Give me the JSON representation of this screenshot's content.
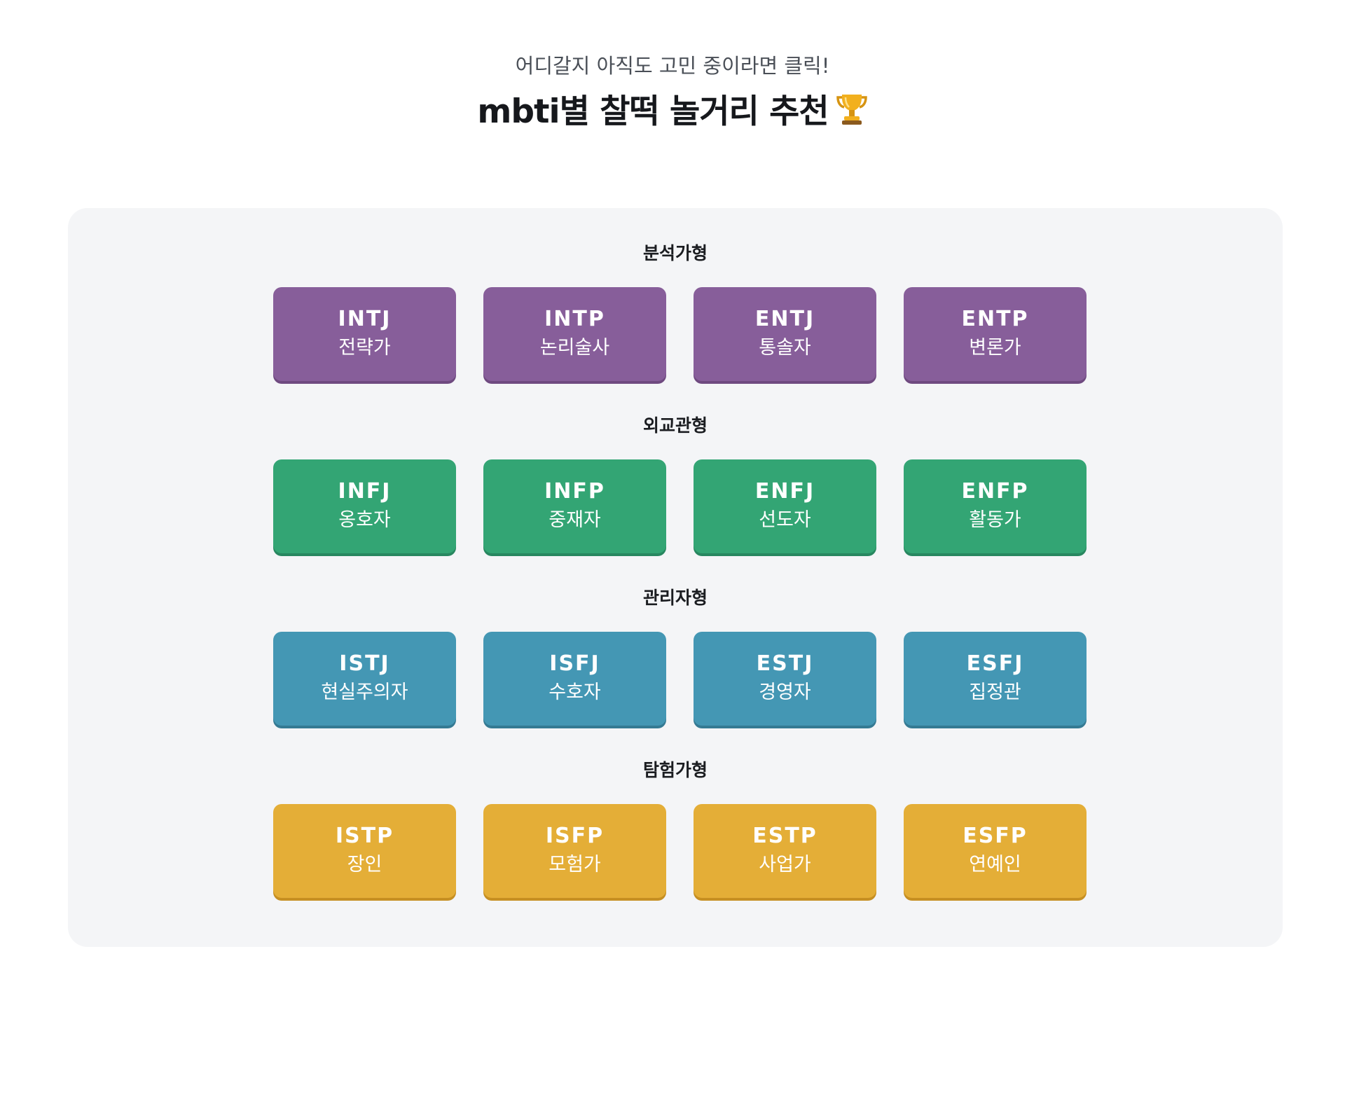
{
  "header": {
    "subtitle": "어디갈지 아직도 고민 중이라면 클릭!",
    "title": "mbti별 찰떡 놀거리 추천"
  },
  "colors": {
    "analysts": "#875e9a",
    "diplomats": "#33a574",
    "sentinels": "#4497b4",
    "explorers": "#e4ae37",
    "panel_background": "#f4f5f7"
  },
  "groups": [
    {
      "title": "분석가형",
      "types": [
        {
          "code": "INTJ",
          "name": "전략가"
        },
        {
          "code": "INTP",
          "name": "논리술사"
        },
        {
          "code": "ENTJ",
          "name": "통솔자"
        },
        {
          "code": "ENTP",
          "name": "변론가"
        }
      ]
    },
    {
      "title": "외교관형",
      "types": [
        {
          "code": "INFJ",
          "name": "옹호자"
        },
        {
          "code": "INFP",
          "name": "중재자"
        },
        {
          "code": "ENFJ",
          "name": "선도자"
        },
        {
          "code": "ENFP",
          "name": "활동가"
        }
      ]
    },
    {
      "title": "관리자형",
      "types": [
        {
          "code": "ISTJ",
          "name": "현실주의자"
        },
        {
          "code": "ISFJ",
          "name": "수호자"
        },
        {
          "code": "ESTJ",
          "name": "경영자"
        },
        {
          "code": "ESFJ",
          "name": "집정관"
        }
      ]
    },
    {
      "title": "탐험가형",
      "types": [
        {
          "code": "ISTP",
          "name": "장인"
        },
        {
          "code": "ISFP",
          "name": "모험가"
        },
        {
          "code": "ESTP",
          "name": "사업가"
        },
        {
          "code": "ESFP",
          "name": "연예인"
        }
      ]
    }
  ],
  "icons": {
    "title_icon": "trophy-icon"
  }
}
